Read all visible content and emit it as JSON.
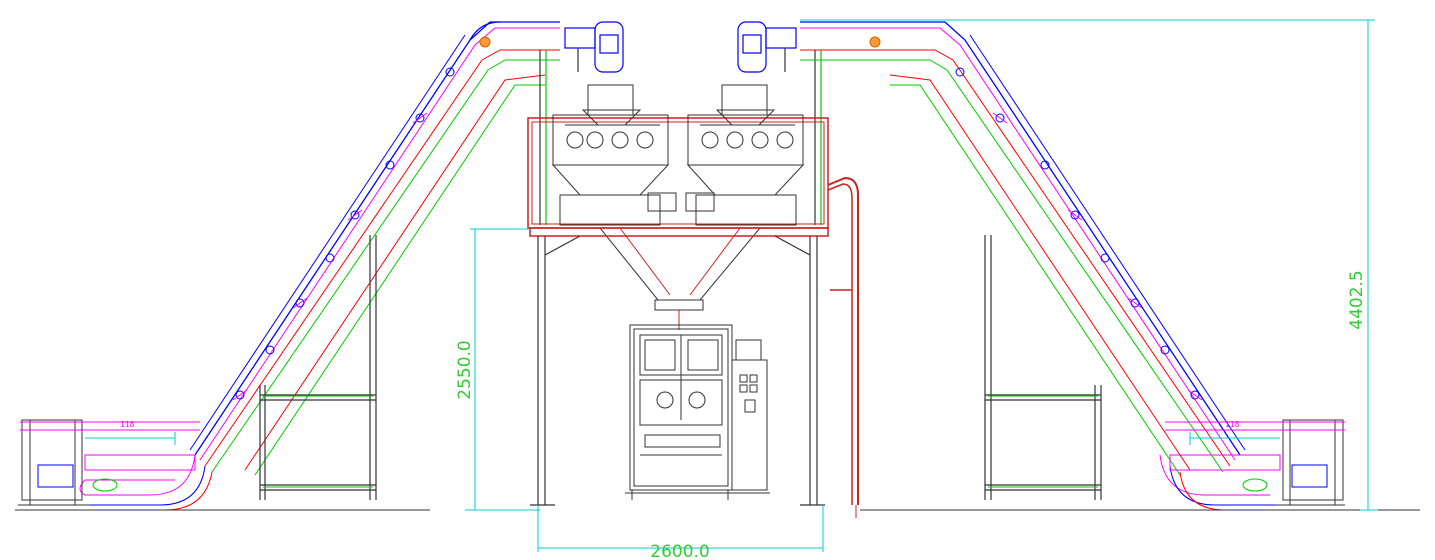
{
  "drawing": {
    "dimensions": {
      "overall_height": "4402.5",
      "platform_height": "2550.0",
      "platform_width": "2600.0"
    },
    "feeder_labels": {
      "left": "118",
      "right": "118"
    },
    "colors": {
      "background": "#ffffff",
      "dimension": "#33cc33",
      "extension": "#00cccc",
      "frame": "#333333",
      "conveyor_blue": "#0000ff",
      "conveyor_red": "#ff0000",
      "conveyor_green": "#00cc00",
      "accent_magenta": "#ff00ff",
      "pipe_red": "#cc2222"
    }
  }
}
